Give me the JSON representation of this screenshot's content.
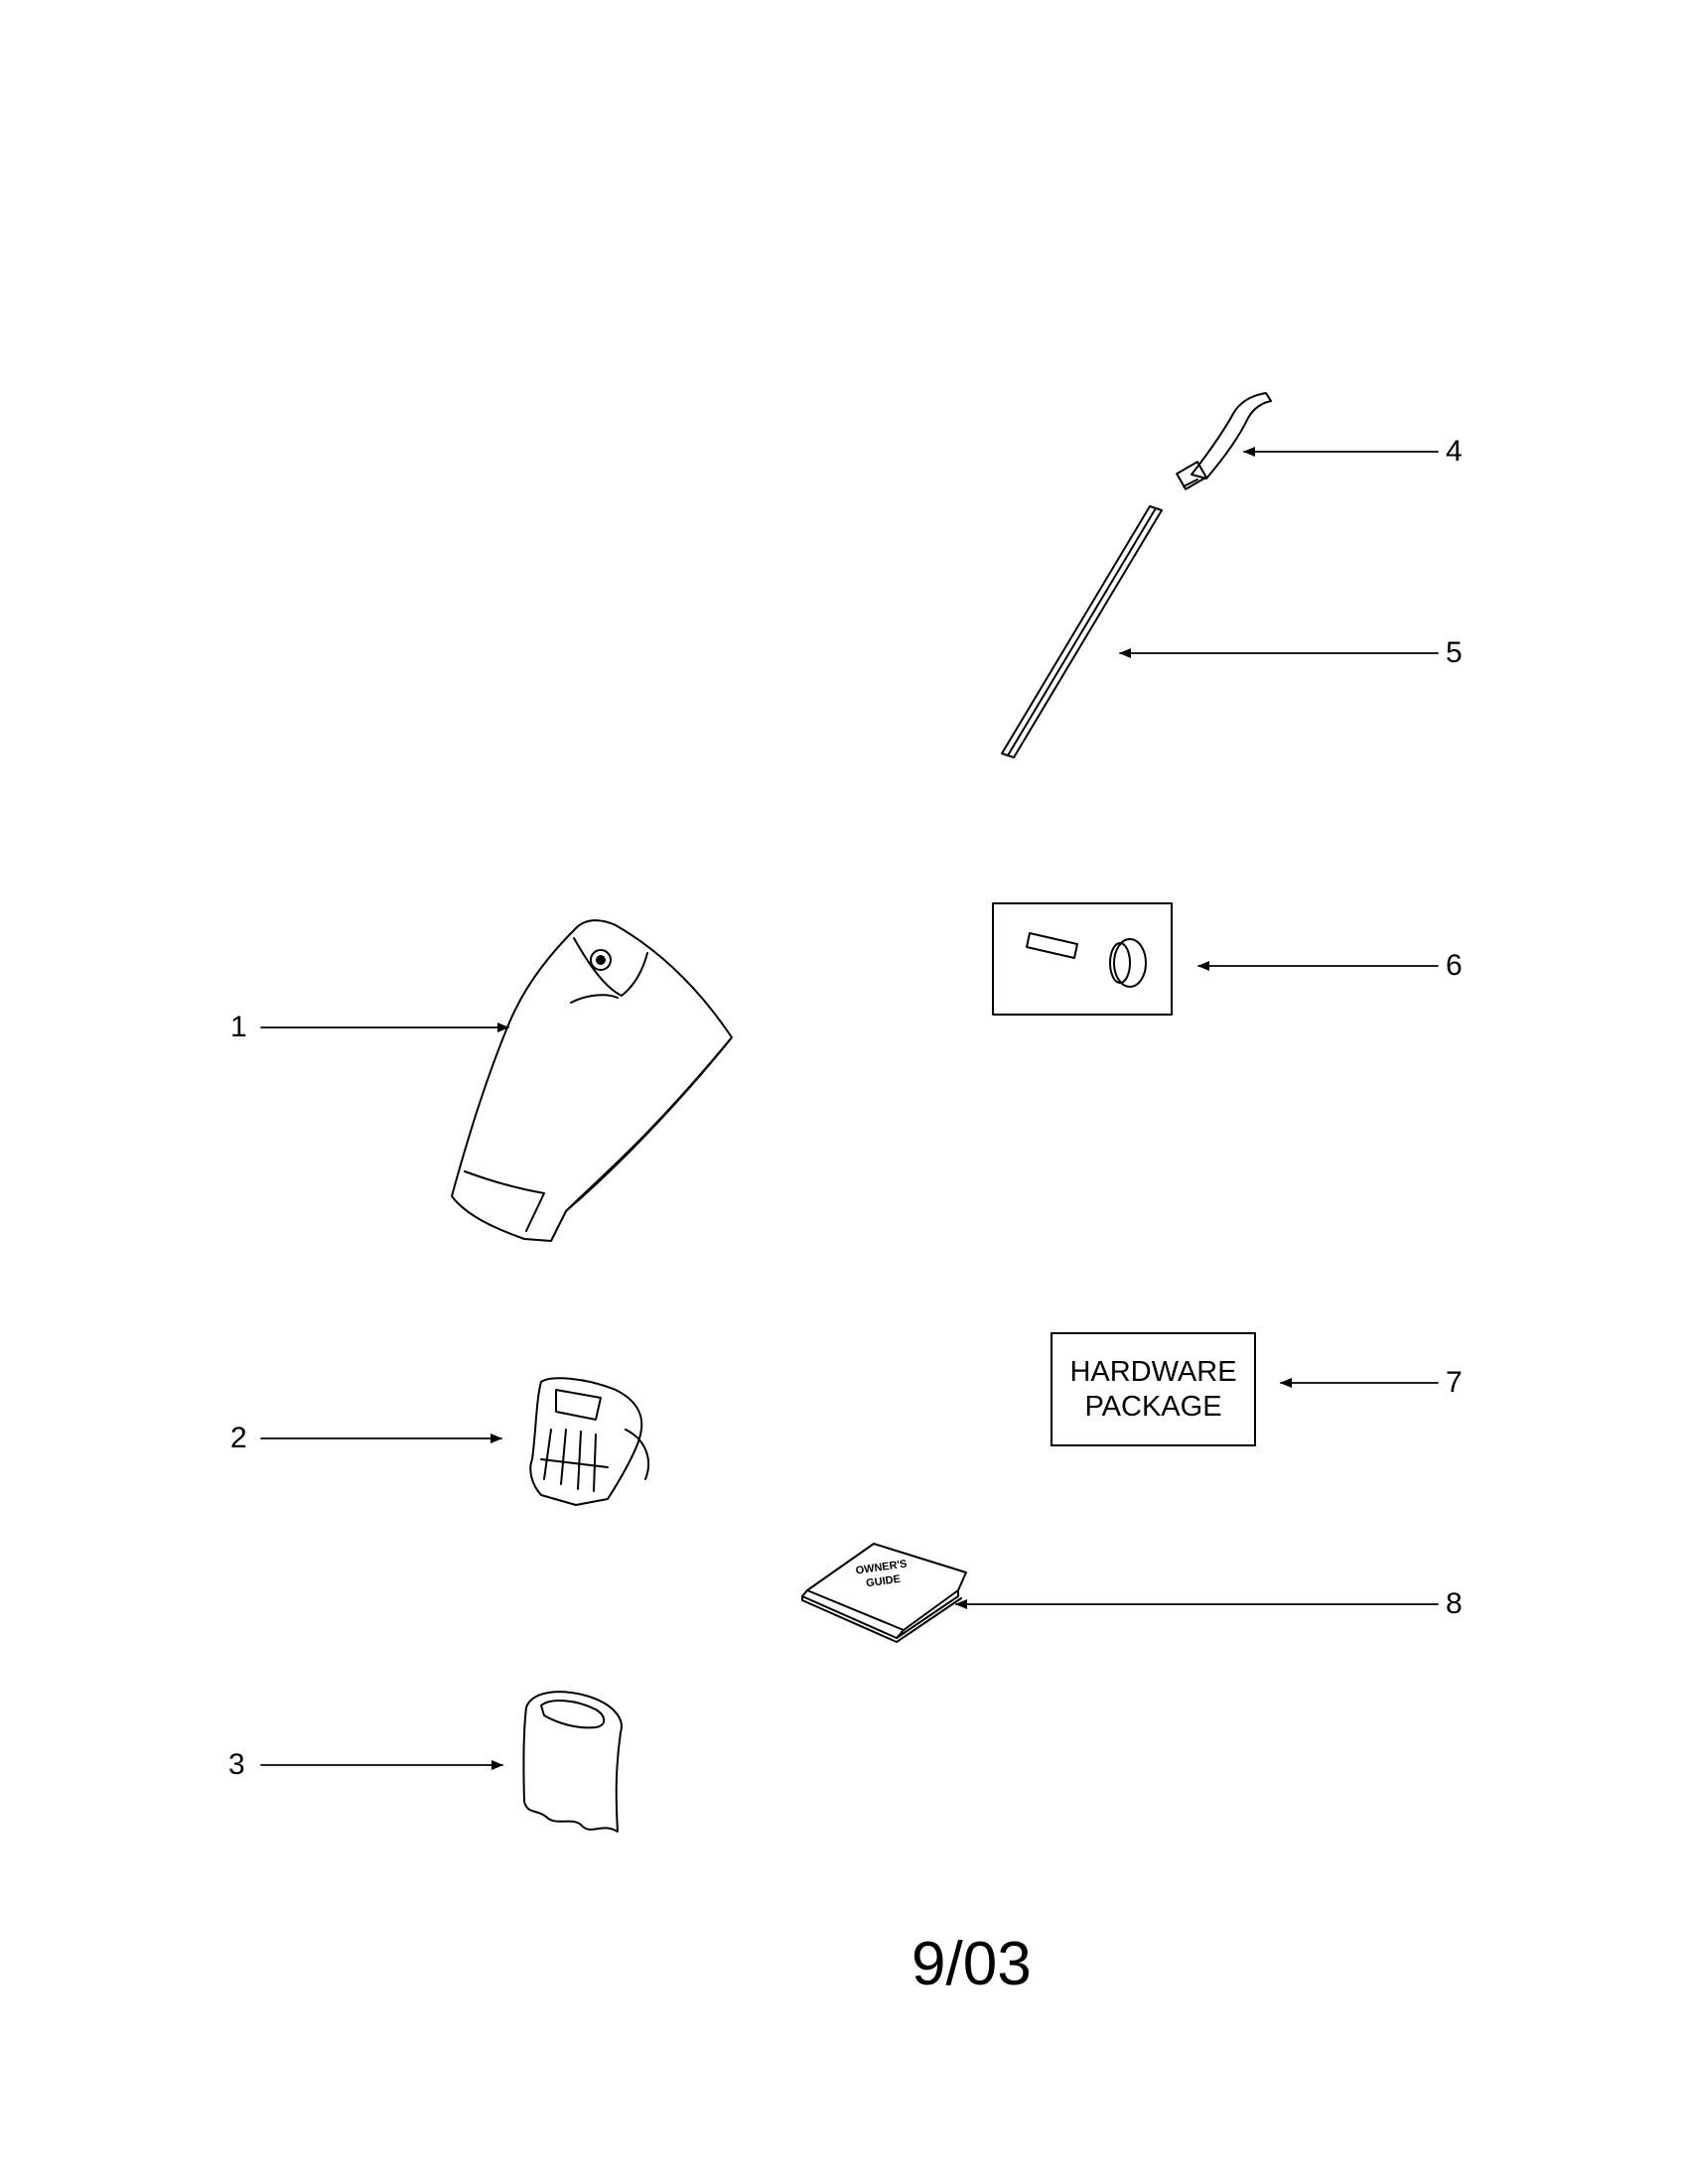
{
  "callouts": [
    {
      "id": "1",
      "label": "1"
    },
    {
      "id": "2",
      "label": "2"
    },
    {
      "id": "3",
      "label": "3"
    },
    {
      "id": "4",
      "label": "4"
    },
    {
      "id": "5",
      "label": "5"
    },
    {
      "id": "6",
      "label": "6"
    },
    {
      "id": "7",
      "label": "7"
    },
    {
      "id": "8",
      "label": "8"
    }
  ],
  "hardware_package": {
    "line1": "HARDWARE",
    "line2": "PACKAGE"
  },
  "owners_guide": {
    "line1": "OWNER'S",
    "line2": "GUIDE"
  },
  "date_stamp": "9/03",
  "parts": [
    {
      "callout": "1",
      "icon": "bag-housing-icon"
    },
    {
      "callout": "2",
      "icon": "filter-cage-icon"
    },
    {
      "callout": "3",
      "icon": "filter-bag-icon"
    },
    {
      "callout": "4",
      "icon": "handle-grip-icon"
    },
    {
      "callout": "5",
      "icon": "handle-tube-icon"
    },
    {
      "callout": "6",
      "icon": "hardware-kit-icon"
    },
    {
      "callout": "7",
      "icon": "hardware-package-icon"
    },
    {
      "callout": "8",
      "icon": "owners-guide-icon"
    }
  ]
}
